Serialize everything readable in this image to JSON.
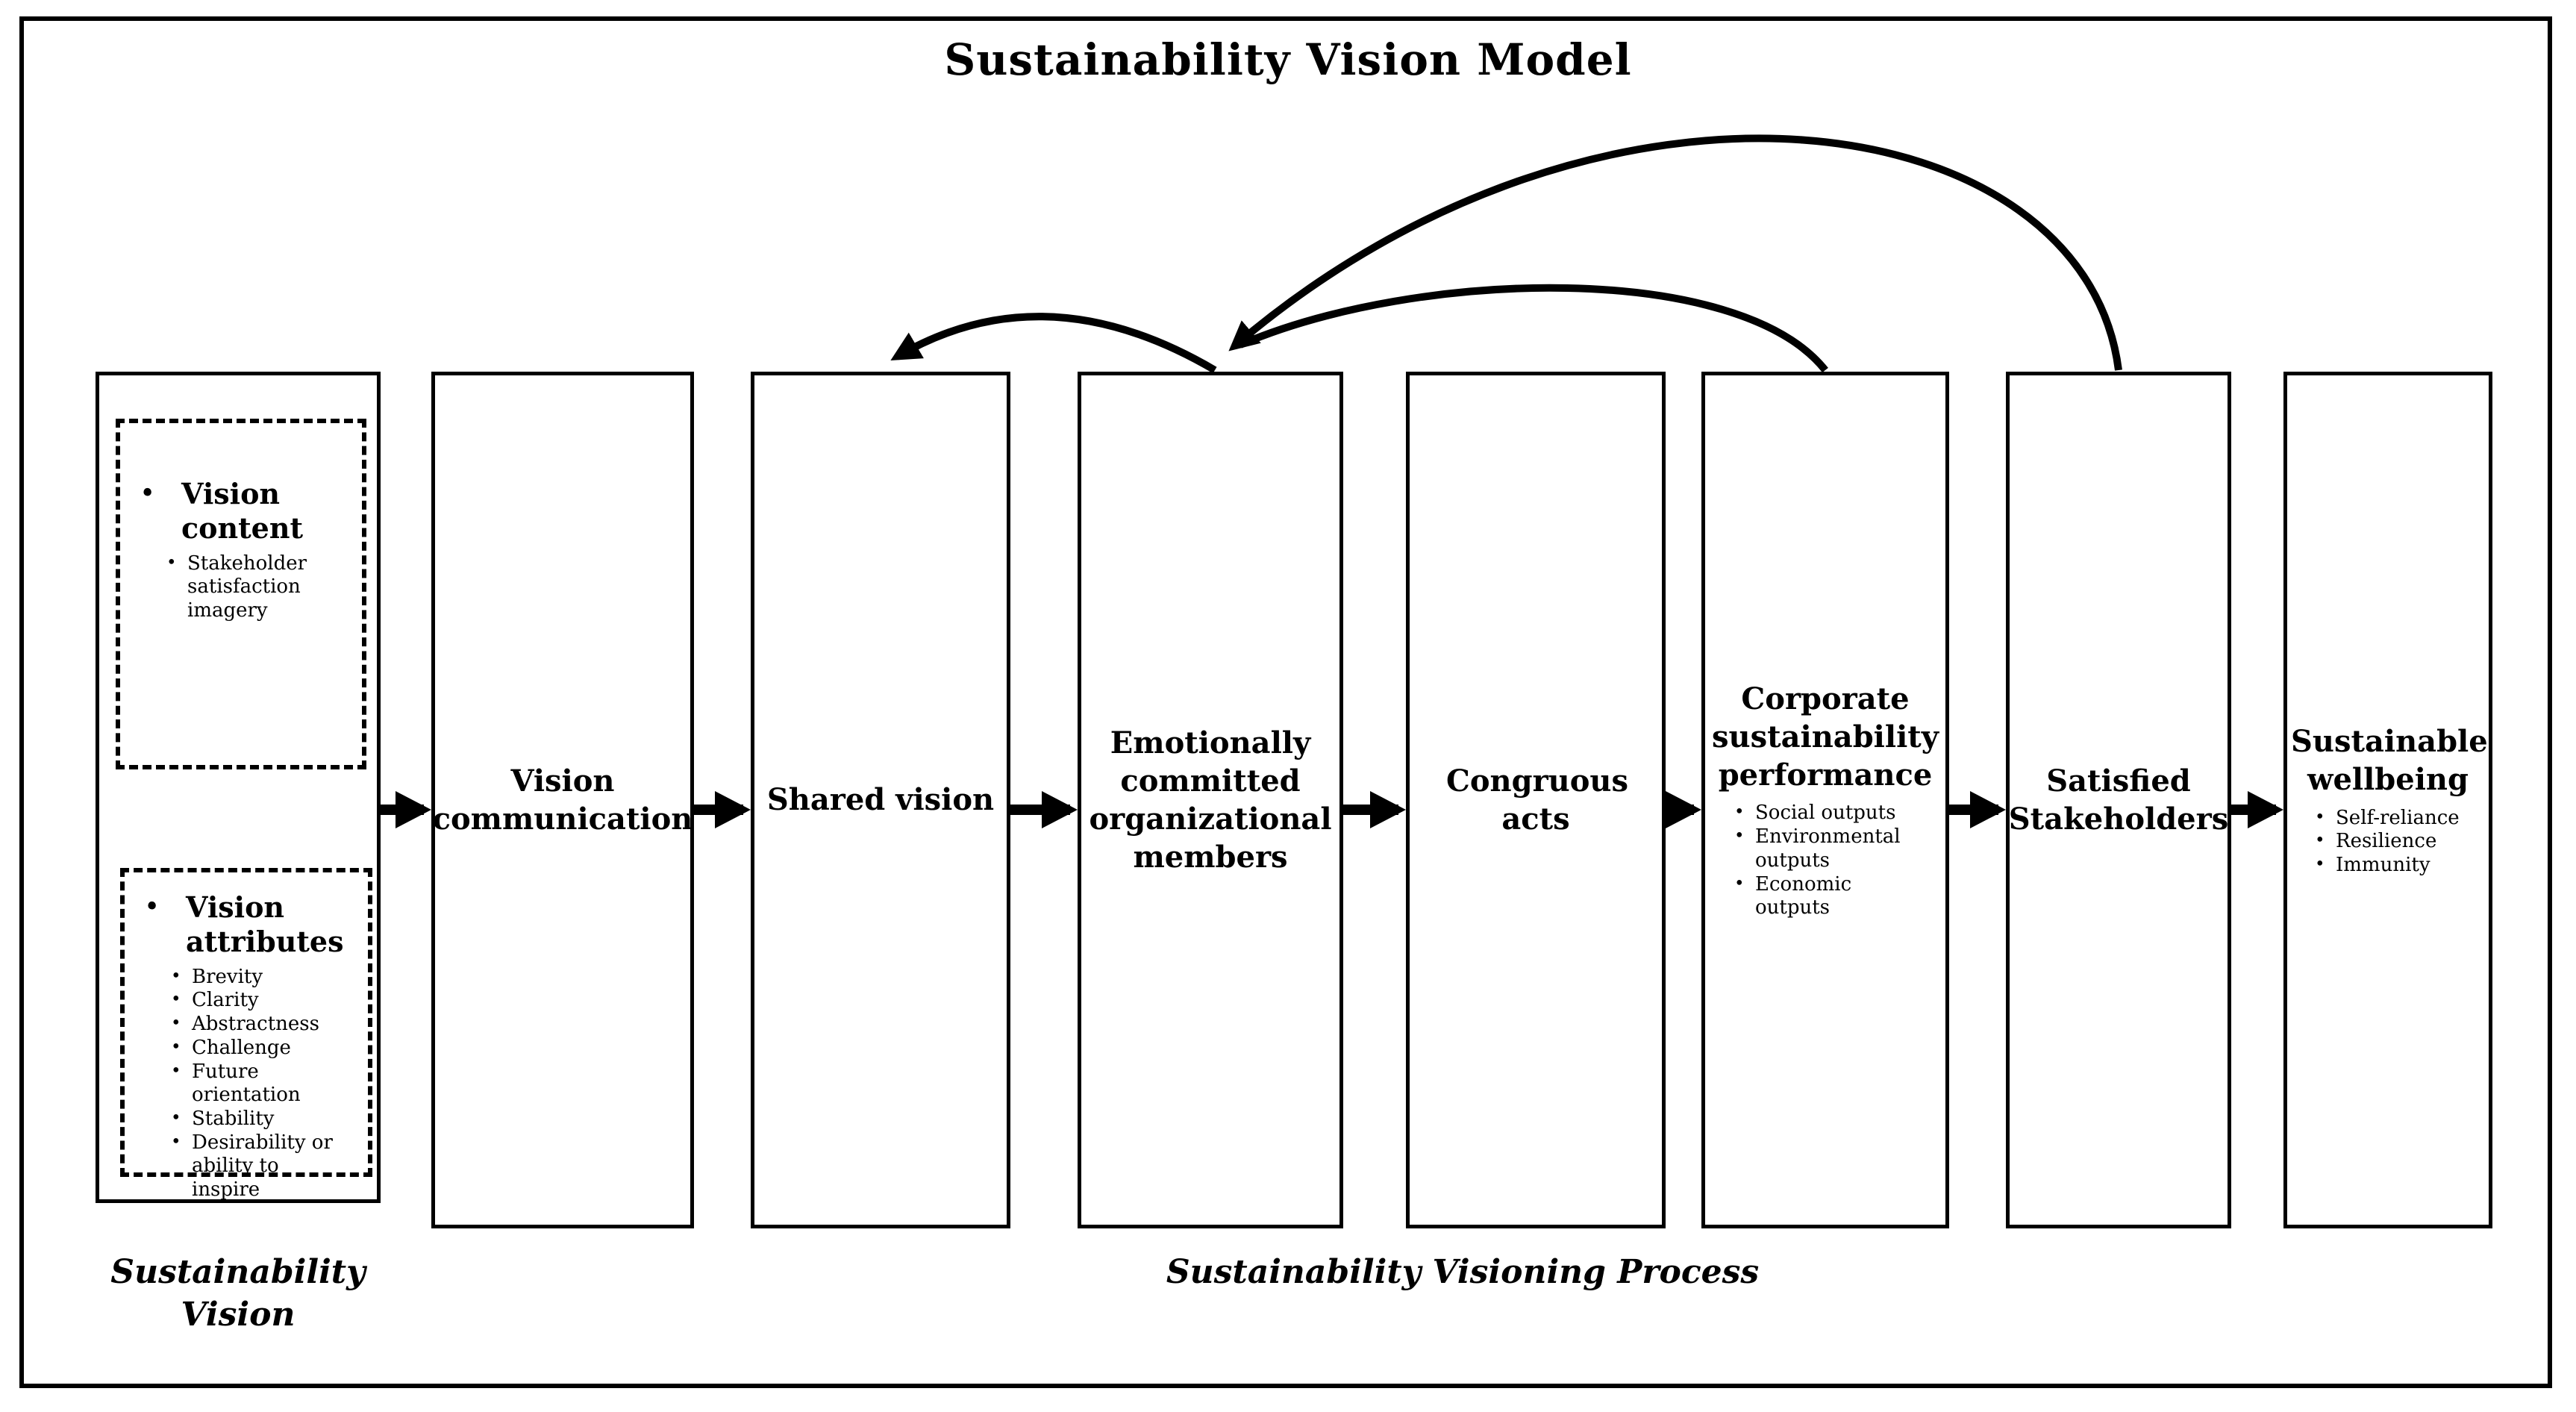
{
  "title": "Sustainability Vision Model",
  "left_panel": {
    "caption": "Sustainability Vision",
    "vision_content": {
      "heading": "Vision content",
      "items": [
        "Stakeholder satisfaction imagery"
      ]
    },
    "vision_attributes": {
      "heading": "Vision attributes",
      "items": [
        "Brevity",
        "Clarity",
        "Abstractness",
        "Challenge",
        "Future orientation",
        "Stability",
        "Desirability or ability to inspire"
      ]
    }
  },
  "process": {
    "caption": "Sustainability Visioning Process",
    "boxes": [
      {
        "label": "Vision communication"
      },
      {
        "label": "Shared vision"
      },
      {
        "label": "Emotionally committed organizational members"
      },
      {
        "label": "Congruous acts"
      },
      {
        "label": "Corporate sustainability performance",
        "items": [
          "Social outputs",
          "Environmental outputs",
          "Economic outputs"
        ]
      },
      {
        "label": "Satisfied Stakeholders"
      },
      {
        "label": "Sustainable wellbeing",
        "items": [
          "Self-reliance",
          "Resilience",
          "Immunity"
        ]
      }
    ]
  },
  "arrows": {
    "forward_flow": [
      "Sustainability Vision to Vision communication",
      "Vision communication to Shared vision",
      "Shared vision to Emotionally committed organizational members",
      "Emotionally committed organizational members to Congruous acts",
      "Congruous acts to Corporate sustainability performance",
      "Corporate sustainability performance to Satisfied Stakeholders",
      "Satisfied Stakeholders to Sustainable wellbeing"
    ],
    "feedback_loops": [
      {
        "from": "Emotionally committed organizational members",
        "to": "Shared vision"
      },
      {
        "from": "Corporate sustainability performance",
        "to": "Emotionally committed organizational members"
      },
      {
        "from": "Satisfied Stakeholders",
        "to": "Emotionally committed organizational members"
      }
    ]
  },
  "colors": {
    "line": "#000000",
    "background": "#ffffff",
    "text": "#000000"
  }
}
